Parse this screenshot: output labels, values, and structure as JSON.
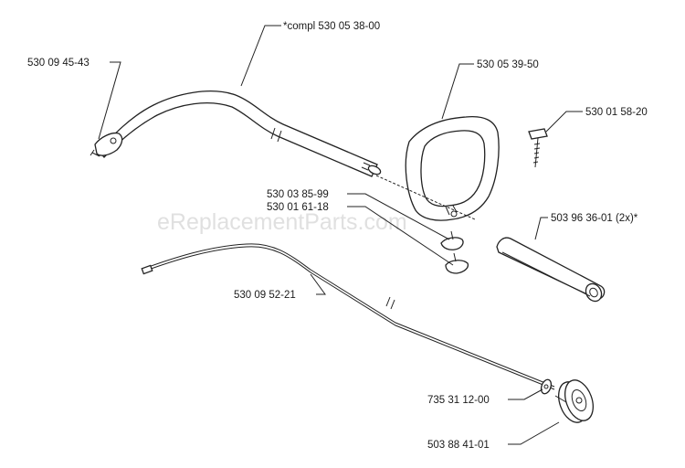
{
  "watermark": "eReplacementParts.com",
  "labels": {
    "compl": "*compl 530 05 38-00",
    "p_530_09_45_43": "530 09 45-43",
    "p_530_05_39_50": "530 05 39-50",
    "p_530_01_58_20": "530 01 58-20",
    "p_530_03_85_99": "530 03 85-99",
    "p_530_01_61_18": "530 01 61-18",
    "p_503_96_36_01": "503 96 36-01 (2x)*",
    "p_530_09_52_21": "530 09 52-21",
    "p_735_31_12_00": "735 31 12-00",
    "p_503_88_41_01": "503 88 41-01"
  }
}
